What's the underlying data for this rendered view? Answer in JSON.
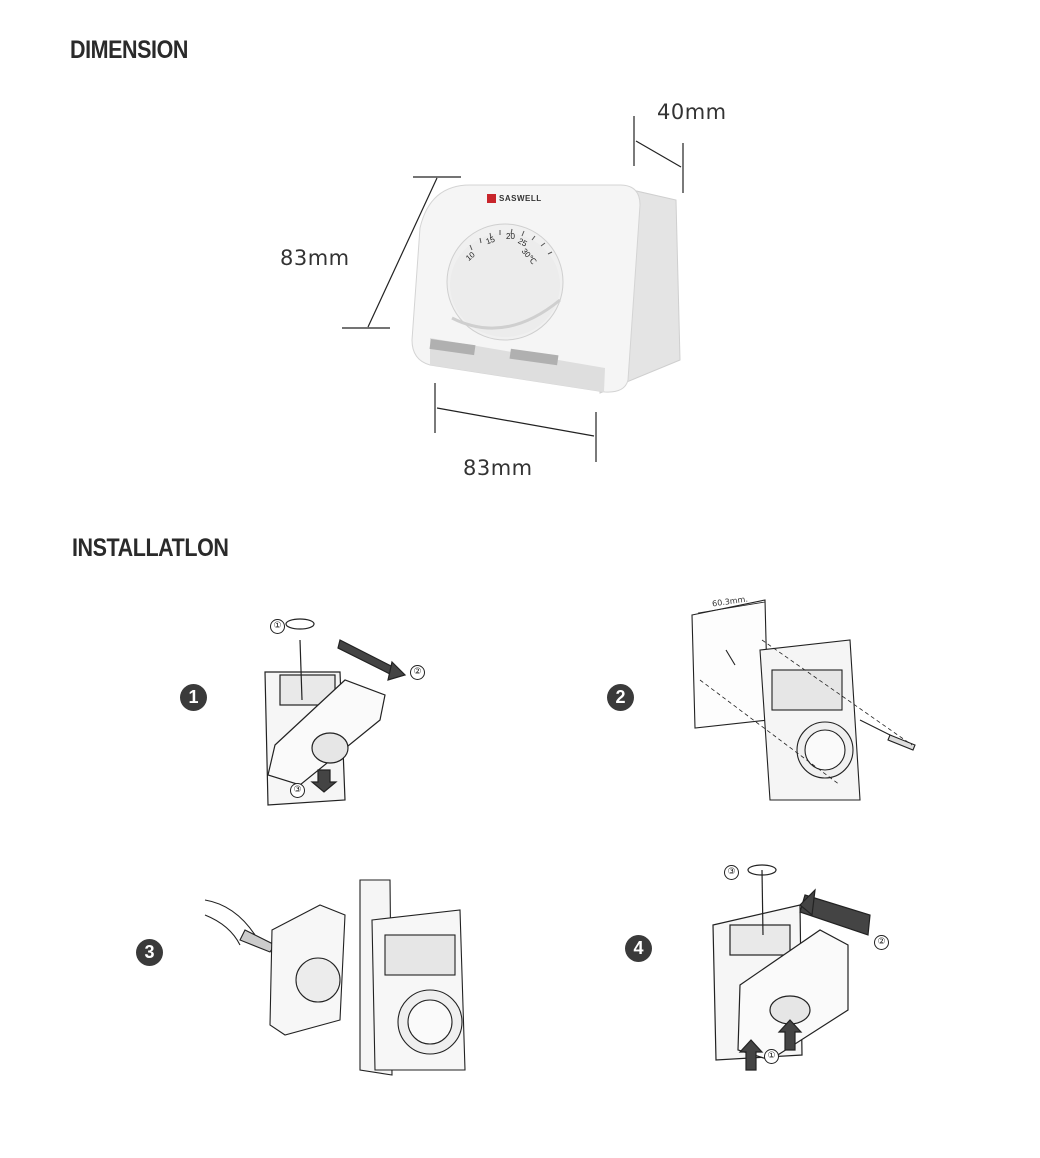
{
  "sections": {
    "dimension_heading": "DIMENSION",
    "installation_heading": "INSTALLATLON"
  },
  "dimensions": {
    "depth": "40mm",
    "height": "83mm",
    "width": "83mm"
  },
  "product": {
    "brand": "SASWELL",
    "dial_marks": [
      "10",
      "15",
      "20",
      "25",
      "30℃"
    ]
  },
  "installation": {
    "steps": [
      {
        "number": "1",
        "callouts": [
          "①",
          "②",
          "③"
        ]
      },
      {
        "number": "2",
        "measurement": "60.3mm."
      },
      {
        "number": "3"
      },
      {
        "number": "4",
        "callouts": [
          "③",
          "②",
          "①"
        ]
      }
    ]
  },
  "colors": {
    "brand_red": "#c8252b",
    "step_badge": "#3a3a3a"
  }
}
